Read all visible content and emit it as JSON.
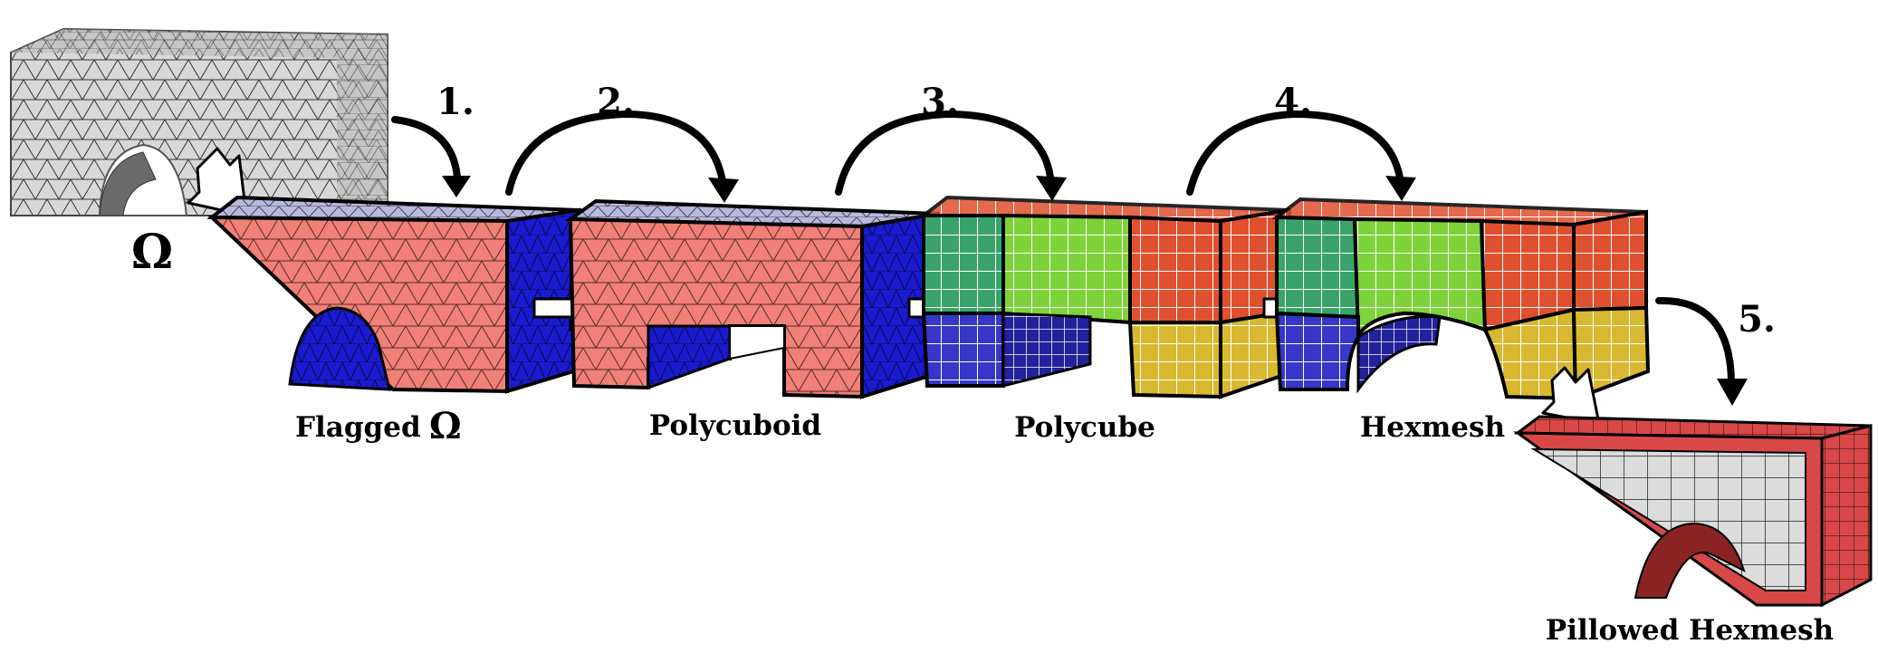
{
  "figure": {
    "omega_symbol": "Ω",
    "captions": {
      "flagged_prefix": "Flagged",
      "flagged_symbol": "Ω",
      "polycuboid": "Polycuboid",
      "polycube": "Polycube",
      "hexmesh": "Hexmesh",
      "pillowed_hexmesh": "Pillowed Hexmesh"
    },
    "steps": [
      "1.",
      "2.",
      "3.",
      "4.",
      "5."
    ]
  },
  "colors": {
    "tet_gray": "#d8d8d8",
    "flag_red": "#f08078",
    "flag_blue": "#1a1ad0",
    "top_lavender": "#b8b8e0",
    "cube_green_dark": "#3aa36a",
    "cube_green_light": "#7ed23a",
    "cube_orange": "#e0502e",
    "cube_yellow": "#d8b830",
    "cube_blue": "#3636c8",
    "pillow_red": "#d84848",
    "pillow_gray": "#dcdcdc"
  }
}
